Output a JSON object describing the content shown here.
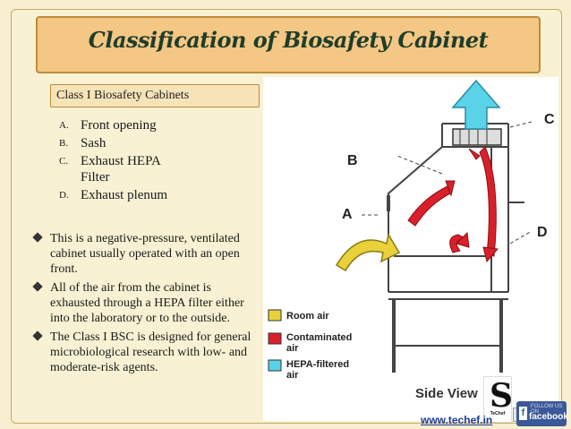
{
  "title": "Classification of Biosafety Cabinet",
  "subtitle": "Class I Biosafety Cabinets",
  "list": [
    {
      "letter": "A.",
      "text": "Front opening"
    },
    {
      "letter": "B.",
      "text": "Sash"
    },
    {
      "letter": "C.",
      "text": "Exhaust  HEPA Filter"
    },
    {
      "letter": "D.",
      "text": "Exhaust plenum"
    }
  ],
  "bullets": [
    "This is a negative-pressure, ventilated cabinet usually operated with an open front.",
    "All of the air from the cabinet is exhausted through a HEPA filter either into the laboratory or to the outside.",
    "The Class I BSC is designed for general microbiological research with low- and moderate-risk agents."
  ],
  "diagram": {
    "labels": {
      "a": "A",
      "b": "B",
      "c": "C",
      "d": "D"
    },
    "legend": {
      "room_air": "Room air",
      "contaminated_l1": "Contaminated",
      "contaminated_l2": "air",
      "hepa_l1": "HEPA-filtered",
      "hepa_l2": "air"
    },
    "side_view": "Side View",
    "colors": {
      "room_air": "#e8d13a",
      "contaminated": "#d9202a",
      "hepa": "#5ad2e8"
    }
  },
  "footer": {
    "url": "www.techef.in",
    "logo_name": "TeChef",
    "fb_follow": "FOLLOW US ON",
    "fb_name": "facebook"
  }
}
